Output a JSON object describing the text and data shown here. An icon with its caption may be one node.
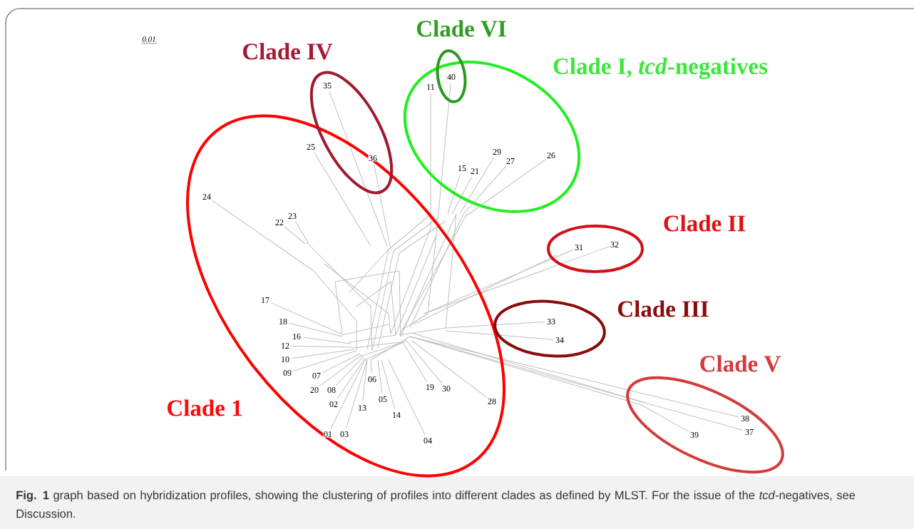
{
  "diagram": {
    "caption": "**Fig. 1** graph based on hybridization profiles, showing the clustering of profiles into different clades as defined by MLST. For the issue of the *tcd*-negatives, see Discussion.",
    "nodes": [
      {
        "text": [
          "Clade 1"
        ]
      },
      {
        "text": [
          "Clade IV"
        ]
      },
      {
        "text": [
          "Clade I, *tcd*-negatives"
        ]
      },
      {
        "text": [
          "Clade VI"
        ]
      },
      {
        "text": [
          "Clade II"
        ]
      },
      {
        "text": [
          "Clade III"
        ]
      },
      {
        "text": [
          "Clade V"
        ]
      }
    ],
    "labels": [
      "0.01",
      "40",
      "35",
      "11",
      "29",
      "26",
      "27",
      "25",
      "15",
      "21",
      "36",
      "24",
      "23",
      "22",
      "32",
      "31",
      "17",
      "18",
      "33",
      "16",
      "34",
      "12",
      "10",
      "09",
      "07",
      "06",
      "20",
      "08",
      "19",
      "30",
      "05",
      "02",
      "28",
      "13",
      "14",
      "38",
      "01",
      "03",
      "37",
      "39",
      "04"
    ]
  }
}
